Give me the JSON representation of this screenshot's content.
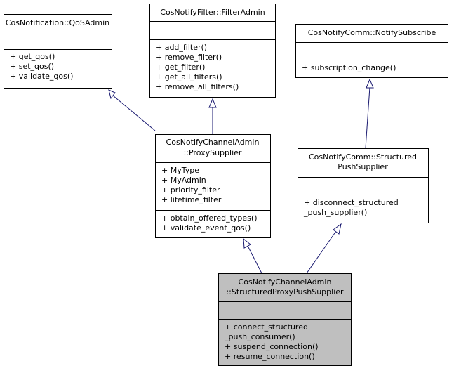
{
  "classes": {
    "qosadmin": {
      "title": [
        "CosNotification::QoSAdmin"
      ],
      "attributes": [],
      "methods": [
        "+ get_qos()",
        "+ set_qos()",
        "+ validate_qos()"
      ]
    },
    "filteradmin": {
      "title": [
        "CosNotifyFilter::FilterAdmin"
      ],
      "attributes": [],
      "methods": [
        "+ add_filter()",
        "+ remove_filter()",
        "+ get_filter()",
        "+ get_all_filters()",
        "+ remove_all_filters()"
      ]
    },
    "notifysubscribe": {
      "title": [
        "CosNotifyComm::NotifySubscribe"
      ],
      "attributes": [],
      "methods": [
        "+ subscription_change()"
      ]
    },
    "proxysupplier": {
      "title": [
        "CosNotifyChannelAdmin",
        "::ProxySupplier"
      ],
      "attributes": [
        "+ MyType",
        "+ MyAdmin",
        "+ priority_filter",
        "+ lifetime_filter"
      ],
      "methods": [
        "+ obtain_offered_types()",
        "+ validate_event_qos()"
      ]
    },
    "structuredpushsupplier": {
      "title": [
        "CosNotifyComm::Structured",
        "PushSupplier"
      ],
      "attributes": [],
      "methods": [
        "+ disconnect_structured",
        "_push_supplier()"
      ]
    },
    "structuredproxypushsupplier": {
      "title": [
        "CosNotifyChannelAdmin",
        "::StructuredProxyPushSupplier"
      ],
      "attributes": [],
      "methods": [
        "+ connect_structured",
        "_push_consumer()",
        "+ suspend_connection()",
        "+ resume_connection()"
      ]
    }
  }
}
